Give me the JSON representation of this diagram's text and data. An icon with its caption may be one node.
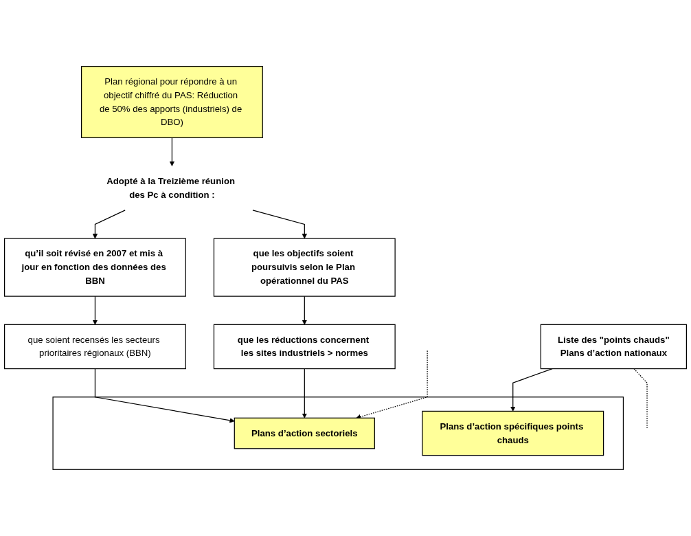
{
  "diagram": {
    "nodes": [
      {
        "text": [
          "Plan régional pour répondre à un objectif chiffré du PAS: Réduction de 50% des apports (industriels) de DBO)"
        ]
      },
      {
        "text": [
          "Adopté à la Treizième réunion des Pc à condition :"
        ]
      },
      {
        "text": [
          "qu’il soit révisé en 2007 et mis à jour en fonction des données des BBN"
        ]
      },
      {
        "text": [
          "que les objectifs soient poursuivis selon le Plan opérationnel du PAS"
        ]
      },
      {
        "text": [
          "que soient recensés les secteurs prioritaires régionaux (BBN)"
        ]
      },
      {
        "text": [
          "que les réductions concernent les sites industriels > normes"
        ]
      },
      {
        "text": [],
        "shape": "box"
      },
      {
        "text": [
          "Plans d’action sectoriels"
        ],
        "in": 6
      },
      {
        "text": [
          "Plans d’action spécifiques points chauds"
        ],
        "in": 6
      },
      {
        "text": [
          "Liste des \"points chauds\"",
          "Plans d’action nationaux"
        ]
      }
    ],
    "edges": [
      {
        "from": 0,
        "to": 1,
        "arrow": "to"
      },
      {
        "from": 1,
        "to": 2,
        "arrow": "to"
      },
      {
        "from": 1,
        "to": 3,
        "arrow": "to"
      },
      {
        "from": 2,
        "to": 4,
        "arrow": "to"
      },
      {
        "from": 3,
        "to": 5,
        "arrow": "to"
      },
      {
        "from": 4,
        "to": 7,
        "arrow": "to"
      },
      {
        "from": 5,
        "to": 7,
        "arrow": "to"
      },
      {
        "from": 9,
        "to": 8,
        "arrow": "to"
      },
      {
        "from": null,
        "to": 7,
        "arrow": "to",
        "style": "dashed"
      },
      {
        "from": 9,
        "to": null,
        "arrow": "none",
        "style": "dashed"
      }
    ]
  }
}
